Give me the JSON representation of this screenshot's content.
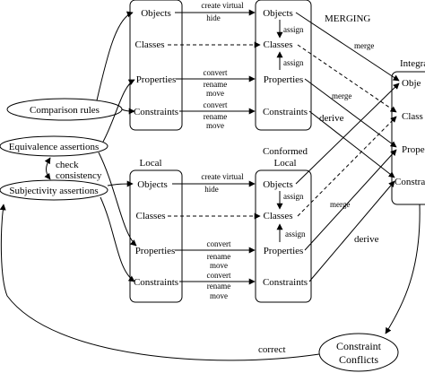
{
  "left_nodes": {
    "comparison_rules": "Comparison rules",
    "equivalence_assertions": "Equivalence assertions",
    "check_consistency": [
      "check",
      "consistency"
    ],
    "subjectivity_assertions": "Subjectivity assertions"
  },
  "top_local": {
    "objects": "Objects",
    "classes": "Classes",
    "properties": "Properties",
    "constraints": "Constraints"
  },
  "top_conformed": {
    "objects": "Objects",
    "classes": "Classes",
    "properties": "Properties",
    "constraints": "Constraints"
  },
  "bottom_local": {
    "title": "Local",
    "objects": "Objects",
    "classes": "Classes",
    "properties": "Properties",
    "constraints": "Constraints"
  },
  "bottom_conformed": {
    "title": [
      "Conformed",
      "Local"
    ],
    "objects": "Objects",
    "classes": "Classes",
    "properties": "Properties",
    "constraints": "Constraints"
  },
  "integrated": {
    "title": "Integra",
    "objects": "Obje",
    "classes": "Class",
    "properties": "Prope",
    "constraints": "Constra"
  },
  "edge_labels": {
    "create_virtual": "create virtual",
    "hide": "hide",
    "convert": "convert",
    "rename": "rename",
    "move": "move",
    "assign": "assign",
    "merging": "MERGING",
    "merge": "merge",
    "derive": "derive",
    "correct": "correct"
  },
  "constraint_conflicts": [
    "Constraint",
    "Conflicts"
  ]
}
